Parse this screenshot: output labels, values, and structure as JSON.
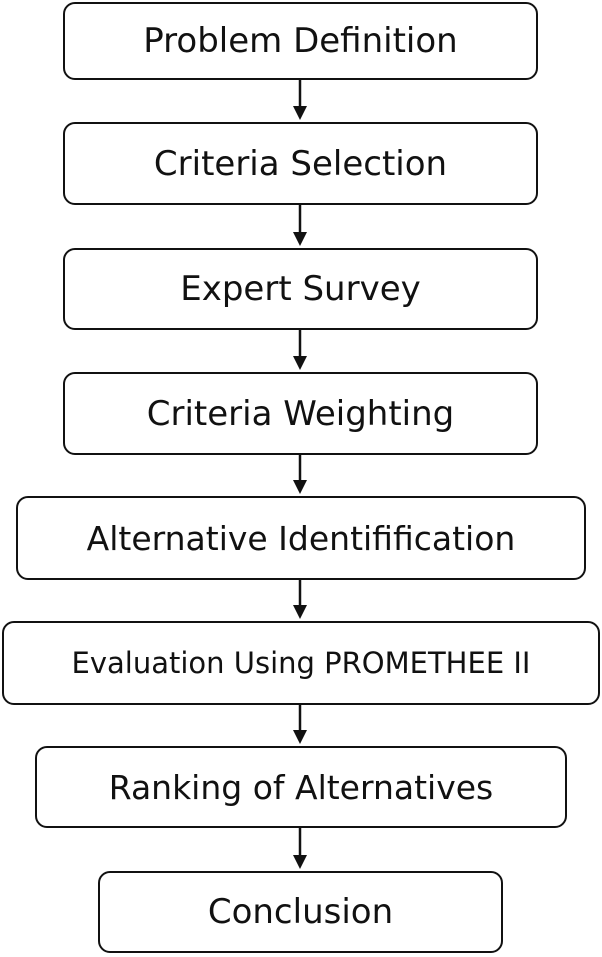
{
  "steps": [
    {
      "label": "Problem Definition"
    },
    {
      "label": "Criteria Selection"
    },
    {
      "label": "Expert Survey"
    },
    {
      "label": "Criteria Weighting"
    },
    {
      "label": "Alternative Identifification"
    },
    {
      "label": "Evaluation Using PROMETHEE II"
    },
    {
      "label": "Ranking of Alternatives"
    },
    {
      "label": "Conclusion"
    }
  ],
  "colors": {
    "stroke": "#111111",
    "text": "#111111",
    "background": "#ffffff"
  }
}
